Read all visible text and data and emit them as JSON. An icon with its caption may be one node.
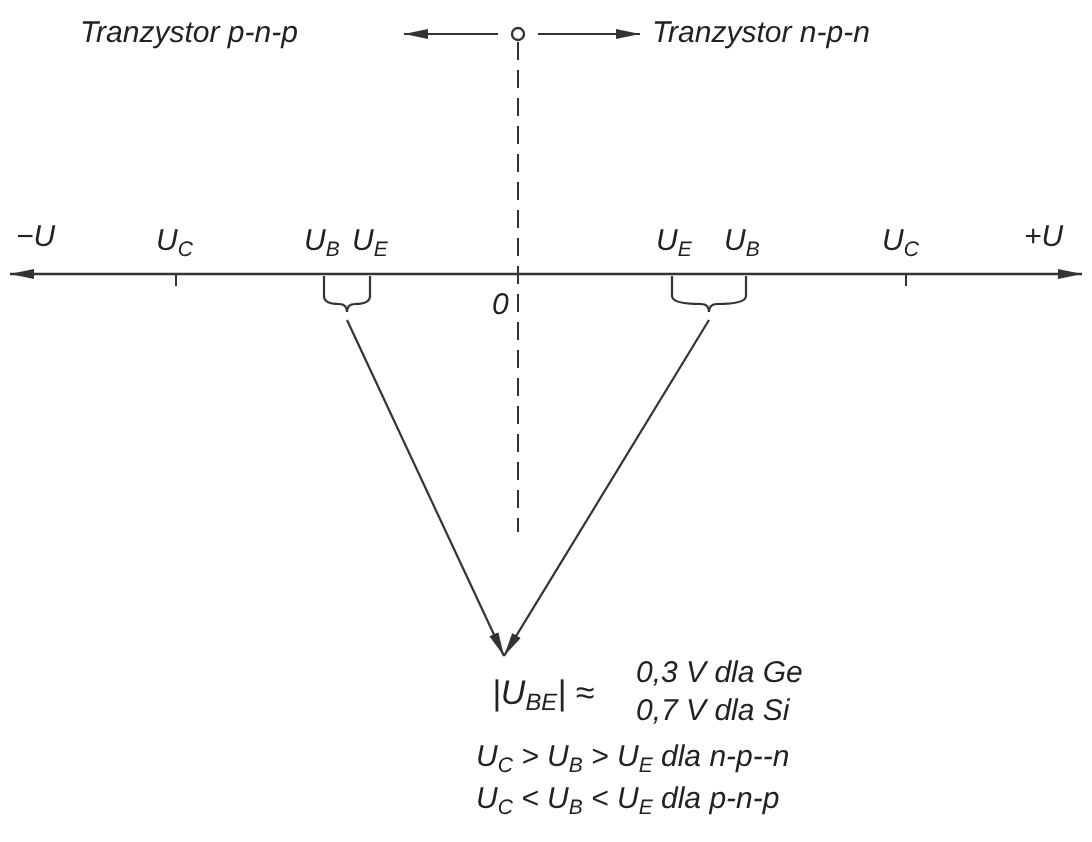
{
  "diagram": {
    "nodes": [
      {
        "text": [
          "Tranzystor p-n-p"
        ]
      },
      {
        "text": [],
        "shape": "circle"
      },
      {
        "text": [
          "Tranzystor n-p-n"
        ]
      },
      {
        "text": [],
        "shape": "bracket"
      },
      {
        "text": [],
        "shape": "bracket"
      },
      {
        "text": [
          "|U$_{BE}$| ≈",
          "0,3 V dla Ge",
          "0,7 V dla Si",
          "U$_{C}$ > U$_{B}$ > U$_{E}$ dla n-p--n",
          "U$_{C}$ < U$_{B}$ < U$_{E}$ dla p-n-p"
        ]
      }
    ],
    "edges": [
      {
        "from": 1,
        "to": 0,
        "arrow": "to"
      },
      {
        "from": 1,
        "to": 2,
        "arrow": "to"
      },
      {
        "from": 3,
        "to": 5,
        "arrow": "to"
      },
      {
        "from": 4,
        "to": 5,
        "arrow": "to"
      }
    ],
    "labels": [
      "−U",
      "U$_{C}$",
      "U$_{B}$",
      "U$_{E}$",
      "U$_{E}$",
      "U$_{B}$",
      "U$_{C}$",
      "+U",
      "0"
    ]
  }
}
